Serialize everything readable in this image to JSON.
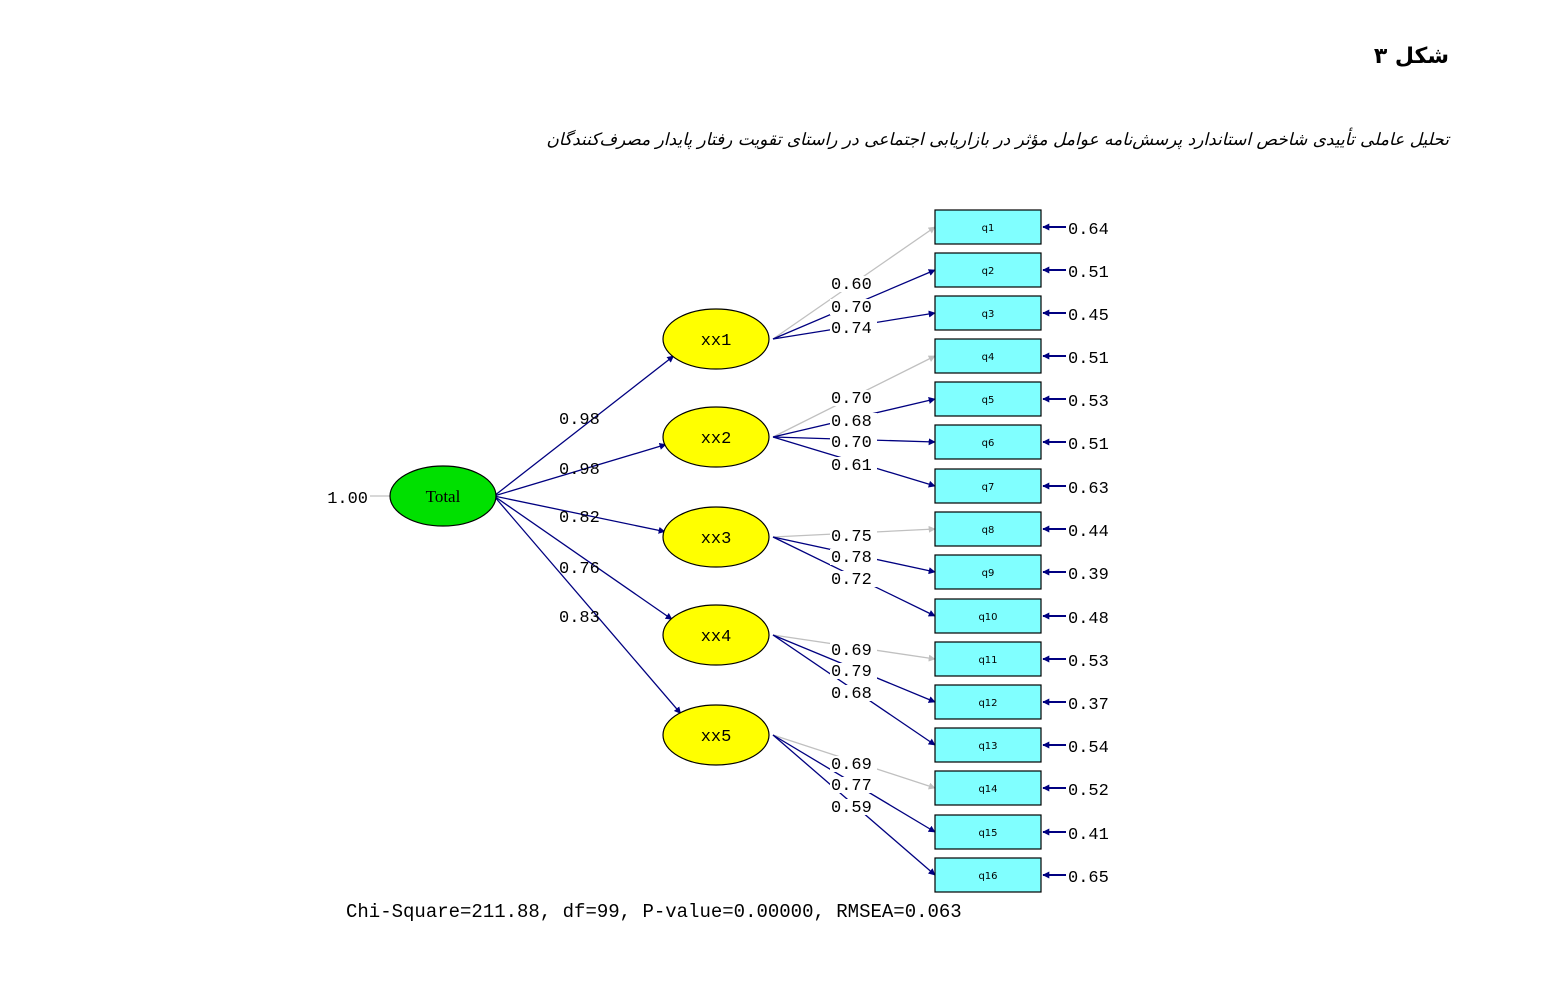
{
  "figure": {
    "title": "شکل ۳",
    "caption": "تحلیل عاملی تأییدی شاخص استاندارد پرسش‌نامه عوامل مؤثر در بازاریابی اجتماعی در راستای تقویت رفتار پایدار مصرف‌کنندگان"
  },
  "model": {
    "colors": {
      "root_fill": "#00e000",
      "factor_fill": "#ffff00",
      "indicator_fill": "#80ffff",
      "path_color": "#000080",
      "fixed_path_color": "#c0c0c0",
      "outline": "#000000"
    },
    "root": {
      "id": "Total",
      "label": "Total",
      "variance": "1.00"
    },
    "factors": [
      {
        "id": "xx1",
        "label": "xx1",
        "loading": "0.98"
      },
      {
        "id": "xx2",
        "label": "xx2",
        "loading": "0.98"
      },
      {
        "id": "xx3",
        "label": "xx3",
        "loading": "0.82"
      },
      {
        "id": "xx4",
        "label": "xx4",
        "loading": "0.76"
      },
      {
        "id": "xx5",
        "label": "xx5",
        "loading": "0.83"
      }
    ],
    "indicators": [
      {
        "id": "q1",
        "label": "q1",
        "factor": "xx1",
        "loading": "0.60",
        "error": "0.64",
        "fixed": true
      },
      {
        "id": "q2",
        "label": "q2",
        "factor": "xx1",
        "loading": "0.70",
        "error": "0.51",
        "fixed": false
      },
      {
        "id": "q3",
        "label": "q3",
        "factor": "xx1",
        "loading": "0.74",
        "error": "0.45",
        "fixed": false
      },
      {
        "id": "q4",
        "label": "q4",
        "factor": "xx2",
        "loading": "0.70",
        "error": "0.51",
        "fixed": true
      },
      {
        "id": "q5",
        "label": "q5",
        "factor": "xx2",
        "loading": "0.68",
        "error": "0.53",
        "fixed": false
      },
      {
        "id": "q6",
        "label": "q6",
        "factor": "xx2",
        "loading": "0.70",
        "error": "0.51",
        "fixed": false
      },
      {
        "id": "q7",
        "label": "q7",
        "factor": "xx2",
        "loading": "0.61",
        "error": "0.63",
        "fixed": false
      },
      {
        "id": "q8",
        "label": "q8",
        "factor": "xx3",
        "loading": "0.75",
        "error": "0.44",
        "fixed": true
      },
      {
        "id": "q9",
        "label": "q9",
        "factor": "xx3",
        "loading": "0.78",
        "error": "0.39",
        "fixed": false
      },
      {
        "id": "q10",
        "label": "q10",
        "factor": "xx3",
        "loading": "0.72",
        "error": "0.48",
        "fixed": false
      },
      {
        "id": "q11",
        "label": "q11",
        "factor": "xx4",
        "loading": "0.69",
        "error": "0.53",
        "fixed": true
      },
      {
        "id": "q12",
        "label": "q12",
        "factor": "xx4",
        "loading": "0.79",
        "error": "0.37",
        "fixed": false
      },
      {
        "id": "q13",
        "label": "q13",
        "factor": "xx4",
        "loading": "0.68",
        "error": "0.54",
        "fixed": false
      },
      {
        "id": "q14",
        "label": "q14",
        "factor": "xx5",
        "loading": "0.69",
        "error": "0.52",
        "fixed": true
      },
      {
        "id": "q15",
        "label": "q15",
        "factor": "xx5",
        "loading": "0.77",
        "error": "0.41",
        "fixed": false
      },
      {
        "id": "q16",
        "label": "q16",
        "factor": "xx5",
        "loading": "0.59",
        "error": "0.65",
        "fixed": false
      }
    ],
    "fit": "Chi-Square=211.88, df=99, P-value=0.00000, RMSEA=0.063"
  }
}
